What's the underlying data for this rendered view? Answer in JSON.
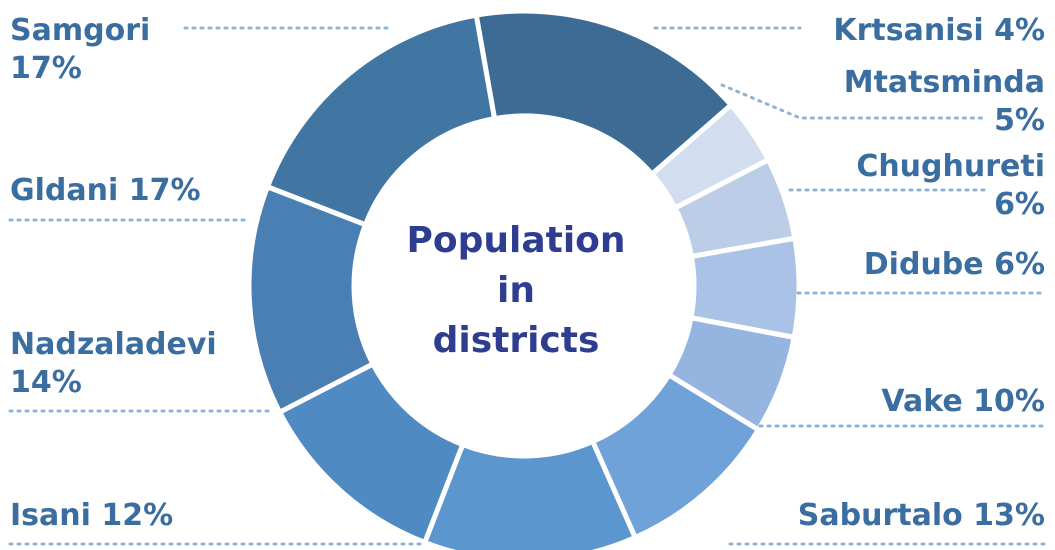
{
  "chart_data": {
    "type": "pie",
    "title": "Population in districts",
    "title_lines": [
      "Population",
      "in",
      "districts"
    ],
    "series": [
      {
        "name": "Samgori",
        "value": 17,
        "label_lines": [
          "Samgori",
          "17%"
        ],
        "color": "#3d6b93"
      },
      {
        "name": "Krtsanisi",
        "value": 4,
        "label_lines": [
          "Krtsanisi 4%"
        ],
        "color": "#d2def0"
      },
      {
        "name": "Mtatsminda",
        "value": 5,
        "label_lines": [
          "Mtatsminda",
          "5%"
        ],
        "color": "#bccde8"
      },
      {
        "name": "Chughureti",
        "value": 6,
        "label_lines": [
          "Chughureti",
          "6%"
        ],
        "color": "#a9c2e5"
      },
      {
        "name": "Didube",
        "value": 6,
        "label_lines": [
          "Didube 6%"
        ],
        "color": "#95b5e0"
      },
      {
        "name": "Vake",
        "value": 10,
        "label_lines": [
          "Vake 10%"
        ],
        "color": "#6fa2d8"
      },
      {
        "name": "Saburtalo",
        "value": 13,
        "label_lines": [
          "Saburtalo 13%"
        ],
        "color": "#5b96cf"
      },
      {
        "name": "Isani",
        "value": 12,
        "label_lines": [
          "Isani 12%"
        ],
        "color": "#508ac3"
      },
      {
        "name": "Nadzaladevi",
        "value": 14,
        "label_lines": [
          "Nadzaladevi",
          "14%"
        ],
        "color": "#497fb3"
      },
      {
        "name": "Gldani",
        "value": 17,
        "label_lines": [
          "Gldani 17%"
        ],
        "color": "#4176a3"
      }
    ]
  }
}
